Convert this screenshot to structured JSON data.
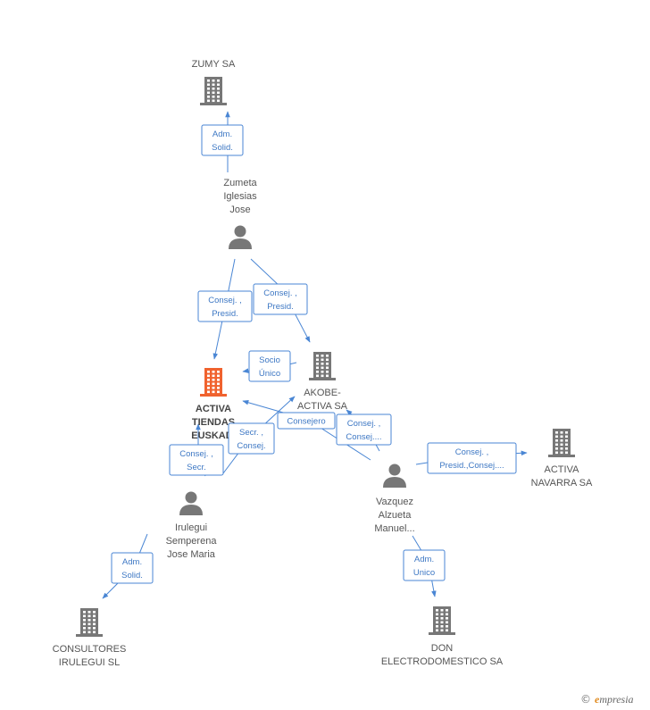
{
  "colors": {
    "edge": "#4a86d4",
    "company": "#777777",
    "focus": "#f0622e",
    "person": "#777777"
  },
  "nodes": [
    {
      "id": "zumy",
      "type": "company",
      "label": [
        "ZUMY SA"
      ]
    },
    {
      "id": "zumeta",
      "type": "person",
      "label": [
        "Zumeta",
        "Iglesias",
        "Jose"
      ]
    },
    {
      "id": "activa_tiendas",
      "type": "company-focus",
      "label": [
        "ACTIVA",
        "TIENDAS",
        "EUSKADI"
      ]
    },
    {
      "id": "akobe",
      "type": "company",
      "label": [
        "AKOBE-",
        "ACTIVA SA"
      ]
    },
    {
      "id": "activa_navarra",
      "type": "company",
      "label": [
        "ACTIVA",
        "NAVARRA SA"
      ]
    },
    {
      "id": "vazquez",
      "type": "person",
      "label": [
        "Vazquez",
        "Alzueta",
        "Manuel..."
      ]
    },
    {
      "id": "irulegui_p",
      "type": "person",
      "label": [
        "Irulegui",
        "Semperena",
        "Jose Maria"
      ]
    },
    {
      "id": "consultores",
      "type": "company",
      "label": [
        "CONSULTORES",
        "IRULEGUI SL"
      ]
    },
    {
      "id": "don",
      "type": "company",
      "label": [
        "DON",
        "ELECTRODOMESTICO SA"
      ]
    }
  ],
  "edges": [
    {
      "id": "e1",
      "label": [
        "Adm.",
        "Solid."
      ]
    },
    {
      "id": "e2",
      "label": [
        "Consej. ,",
        "Presid."
      ]
    },
    {
      "id": "e3",
      "label": [
        "Consej. ,",
        "Presid."
      ]
    },
    {
      "id": "e4",
      "label": [
        "Socio",
        "Único"
      ]
    },
    {
      "id": "e5",
      "label": [
        "Consejero"
      ]
    },
    {
      "id": "e6",
      "label": [
        "Consej. ,",
        "Consej...."
      ]
    },
    {
      "id": "e7",
      "label": [
        "Consej. ,",
        "Presid.,Consej...."
      ]
    },
    {
      "id": "e8",
      "label": [
        "Secr. ,",
        "Consej."
      ]
    },
    {
      "id": "e9",
      "label": [
        "Consej. ,",
        "Secr."
      ]
    },
    {
      "id": "e10",
      "label": [
        "Adm.",
        "Solid."
      ]
    },
    {
      "id": "e11",
      "label": [
        "Adm.",
        "Unico"
      ]
    }
  ],
  "watermark": {
    "copyright": "©",
    "brand_initial": "e",
    "brand_rest": "mpresia"
  }
}
